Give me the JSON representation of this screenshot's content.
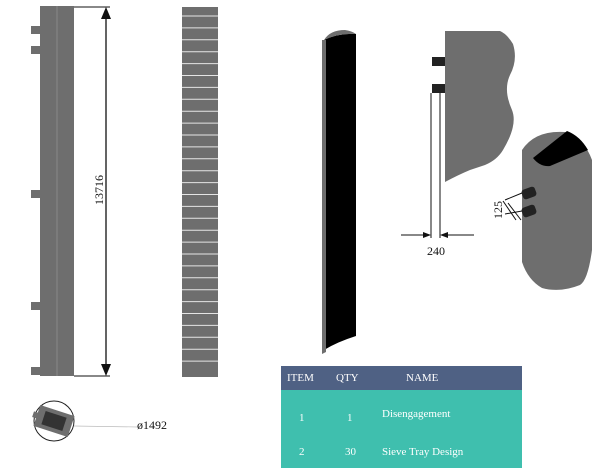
{
  "dimensions": {
    "height": "13716",
    "diameter": "ø1492",
    "wall_gap": "240",
    "nozzle_offset": "125"
  },
  "bom": {
    "headers": {
      "item": "ITEM",
      "qty": "QTY",
      "name": "NAME"
    },
    "rows": [
      {
        "item": "1",
        "qty": "1",
        "name": "Disengagement"
      },
      {
        "item": "2",
        "qty": "30",
        "name": "Sieve Tray Design"
      }
    ]
  },
  "colors": {
    "shell": "#6e6e6e",
    "shell_dark": "#555555",
    "interior": "#000000",
    "header": "#4f6184",
    "body": "#3fbfae"
  }
}
